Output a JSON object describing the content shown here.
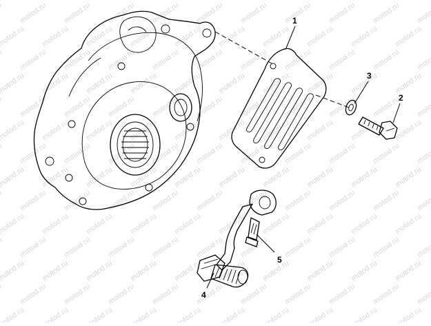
{
  "diagram": {
    "watermark": "motod.ru",
    "callouts": [
      "1",
      "2",
      "3",
      "4",
      "5"
    ]
  }
}
